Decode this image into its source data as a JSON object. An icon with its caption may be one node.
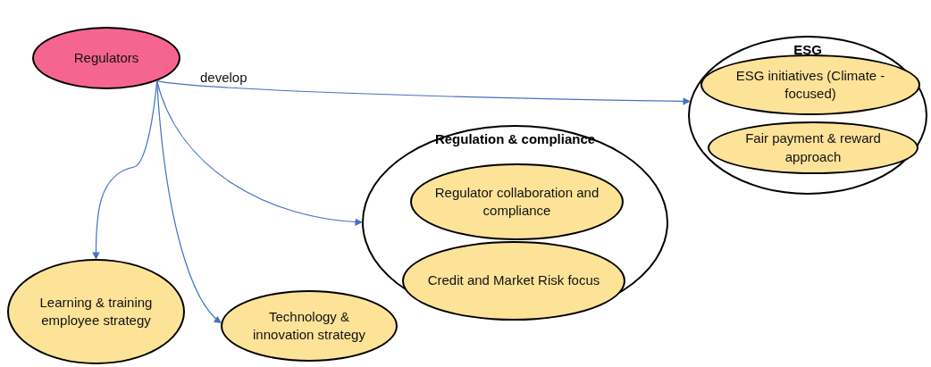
{
  "diagram": {
    "nodes": [
      {
        "text": [
          "Regulators"
        ]
      },
      {
        "text": [
          "ESG"
        ]
      },
      {
        "text": [
          "ESG initiatives (Climate -focused)"
        ],
        "in": 1
      },
      {
        "text": [
          "Fair payment & reward approach"
        ],
        "in": 1
      },
      {
        "text": [
          "Regulation & compliance"
        ]
      },
      {
        "text": [
          "Regulator collaboration and compliance"
        ],
        "in": 4
      },
      {
        "text": [
          "Credit and Market Risk focus"
        ],
        "in": 4
      },
      {
        "text": [
          "Learning & training employee strategy"
        ]
      },
      {
        "text": [
          "Technology & innovation strategy"
        ]
      }
    ],
    "edges": [
      {
        "from": 0,
        "to": 1,
        "arrow": "to",
        "label": "develop"
      },
      {
        "from": 0,
        "to": 4,
        "arrow": "to"
      },
      {
        "from": 0,
        "to": 7,
        "arrow": "to"
      },
      {
        "from": 0,
        "to": 8,
        "arrow": "to"
      }
    ]
  }
}
